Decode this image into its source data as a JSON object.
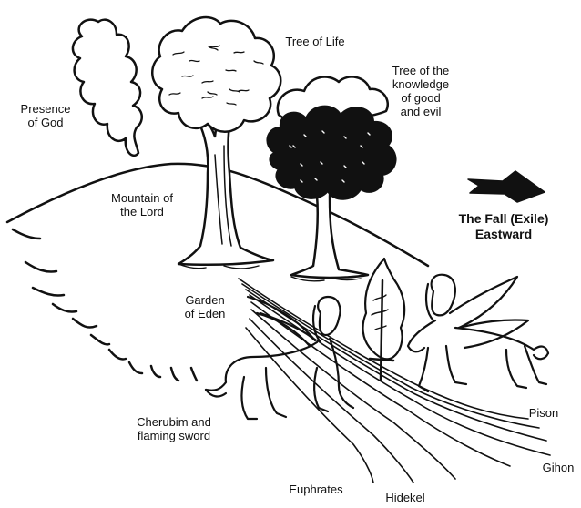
{
  "labels": {
    "presence_of_god": [
      "Presence",
      "of God"
    ],
    "tree_of_life": "Tree of Life",
    "tree_of_knowledge": [
      "Tree of the",
      "knowledge",
      "of good",
      "and evil"
    ],
    "mountain_of_the_lord": [
      "Mountain of",
      "the Lord"
    ],
    "fall_exile": [
      "The Fall (Exile)",
      "Eastward"
    ],
    "garden_of_eden": [
      "Garden",
      "of Eden"
    ],
    "cherubim": [
      "Cherubim and",
      "flaming sword"
    ],
    "pison": "Pison",
    "gihon": "Gihon",
    "euphrates": "Euphrates",
    "hidekel": "Hidekel"
  },
  "icons": {
    "cloud": "presence-cloud-icon",
    "arrow": "eastward-arrow-icon",
    "sword": "flaming-sword-icon"
  }
}
